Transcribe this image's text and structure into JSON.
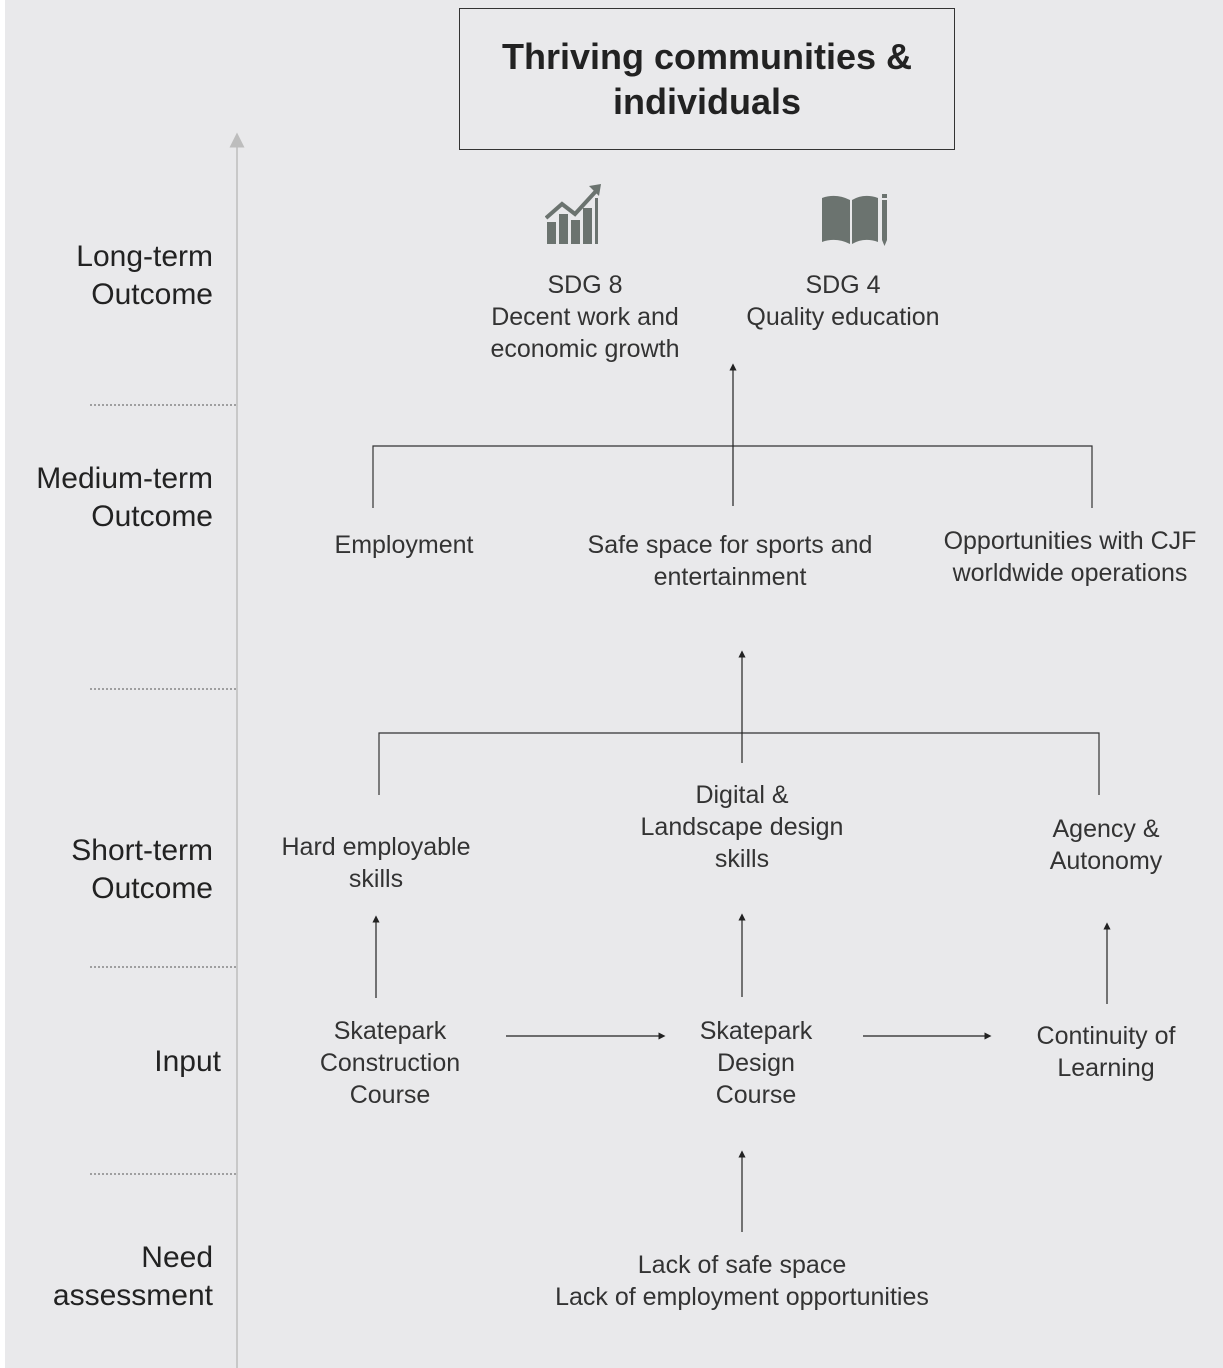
{
  "title": [
    "Thriving communities &",
    "individuals"
  ],
  "row_labels": {
    "long_term": [
      "Long-term",
      "Outcome"
    ],
    "medium_term": [
      "Medium-term",
      "Outcome"
    ],
    "short_term": [
      "Short-term",
      "Outcome"
    ],
    "input": [
      "Input"
    ],
    "need": [
      "Need",
      "assessment"
    ]
  },
  "long_term": {
    "sdg8": {
      "icon": "growth-chart-icon",
      "lines": [
        "SDG 8",
        "Decent work and",
        "economic growth"
      ]
    },
    "sdg4": {
      "icon": "book-pencil-icon",
      "lines": [
        "SDG 4",
        "Quality education"
      ]
    }
  },
  "medium_term": {
    "employment": [
      "Employment"
    ],
    "safe_space": [
      "Safe space for sports and",
      "entertainment"
    ],
    "opportunities": [
      "Opportunities with CJF",
      "worldwide operations"
    ]
  },
  "short_term": {
    "hard_skills": [
      "Hard employable",
      "skills"
    ],
    "digital": [
      "Digital &",
      "Landscape design",
      "skills"
    ],
    "agency": [
      "Agency &",
      "Autonomy"
    ]
  },
  "input": {
    "construction": [
      "Skatepark",
      "Construction",
      "Course"
    ],
    "design": [
      "Skatepark",
      "Design",
      "Course"
    ],
    "continuity": [
      "Continuity of",
      "Learning"
    ]
  },
  "need_assessment": [
    "Lack of safe space",
    "Lack of employment opportunities"
  ],
  "colors": {
    "background": "#e9e9eb",
    "icon": "#6b736f",
    "text": "#333333",
    "axis": "#bdbdbd"
  }
}
